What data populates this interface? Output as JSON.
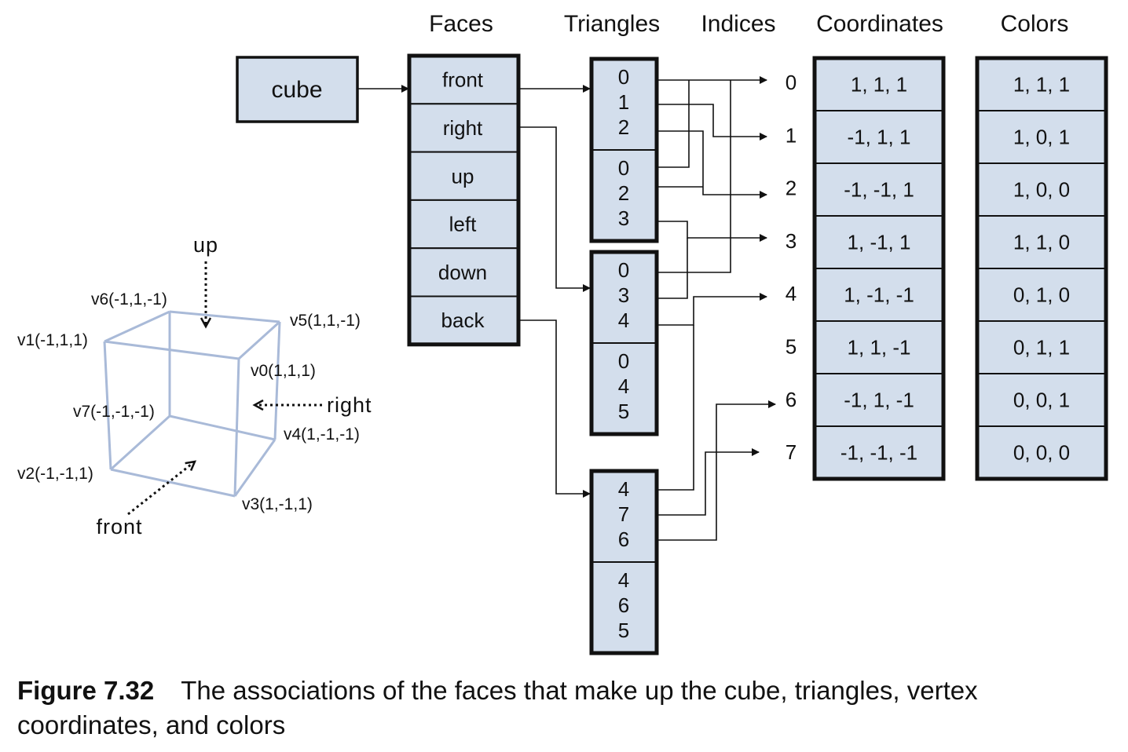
{
  "headers": {
    "faces": "Faces",
    "triangles": "Triangles",
    "indices": "Indices",
    "coordinates": "Coordinates",
    "colors": "Colors"
  },
  "cube_label": "cube",
  "faces": [
    "front",
    "right",
    "up",
    "left",
    "down",
    "back"
  ],
  "triangle_groups": [
    {
      "face": "front",
      "triangles": [
        [
          "0",
          "1",
          "2"
        ],
        [
          "0",
          "2",
          "3"
        ]
      ]
    },
    {
      "face": "right",
      "triangles": [
        [
          "0",
          "3",
          "4"
        ],
        [
          "0",
          "4",
          "5"
        ]
      ]
    },
    {
      "face": "back",
      "triangles": [
        [
          "4",
          "7",
          "6"
        ],
        [
          "4",
          "6",
          "5"
        ]
      ]
    }
  ],
  "indices": [
    "0",
    "1",
    "2",
    "3",
    "4",
    "5",
    "6",
    "7"
  ],
  "coordinates": [
    "1,  1,  1",
    "-1,  1,  1",
    "-1, -1, 1",
    "1, -1,  1",
    "1, -1, -1",
    "1, 1, -1",
    "-1, 1, -1",
    "-1, -1, -1"
  ],
  "colors": [
    "1, 1, 1",
    "1, 0, 1",
    "1, 0, 0",
    "1, 1, 0",
    "0, 1, 0",
    "0, 1, 1",
    "0, 0, 1",
    "0, 0, 0"
  ],
  "cube_figure": {
    "vertex_labels": {
      "v0": "v0(1,1,1)",
      "v1": "v1(-1,1,1)",
      "v2": "v2(-1,-1,1)",
      "v3": "v3(1,-1,1)",
      "v4": "v4(1,-1,-1)",
      "v5": "v5(1,1,-1)",
      "v6": "v6(-1,1,-1)",
      "v7": "v7(-1,-1,-1)"
    },
    "directions": {
      "up": "up",
      "right": "right",
      "front": "front"
    }
  },
  "caption": {
    "figure": "Figure 7.32",
    "text": "The associations of the faces that make up the cube, triangles, vertex coordinates, and colors"
  },
  "colors_theme": {
    "box_fill": "#d3deec",
    "cube_edge": "#a9bad8",
    "line": "#111111"
  }
}
